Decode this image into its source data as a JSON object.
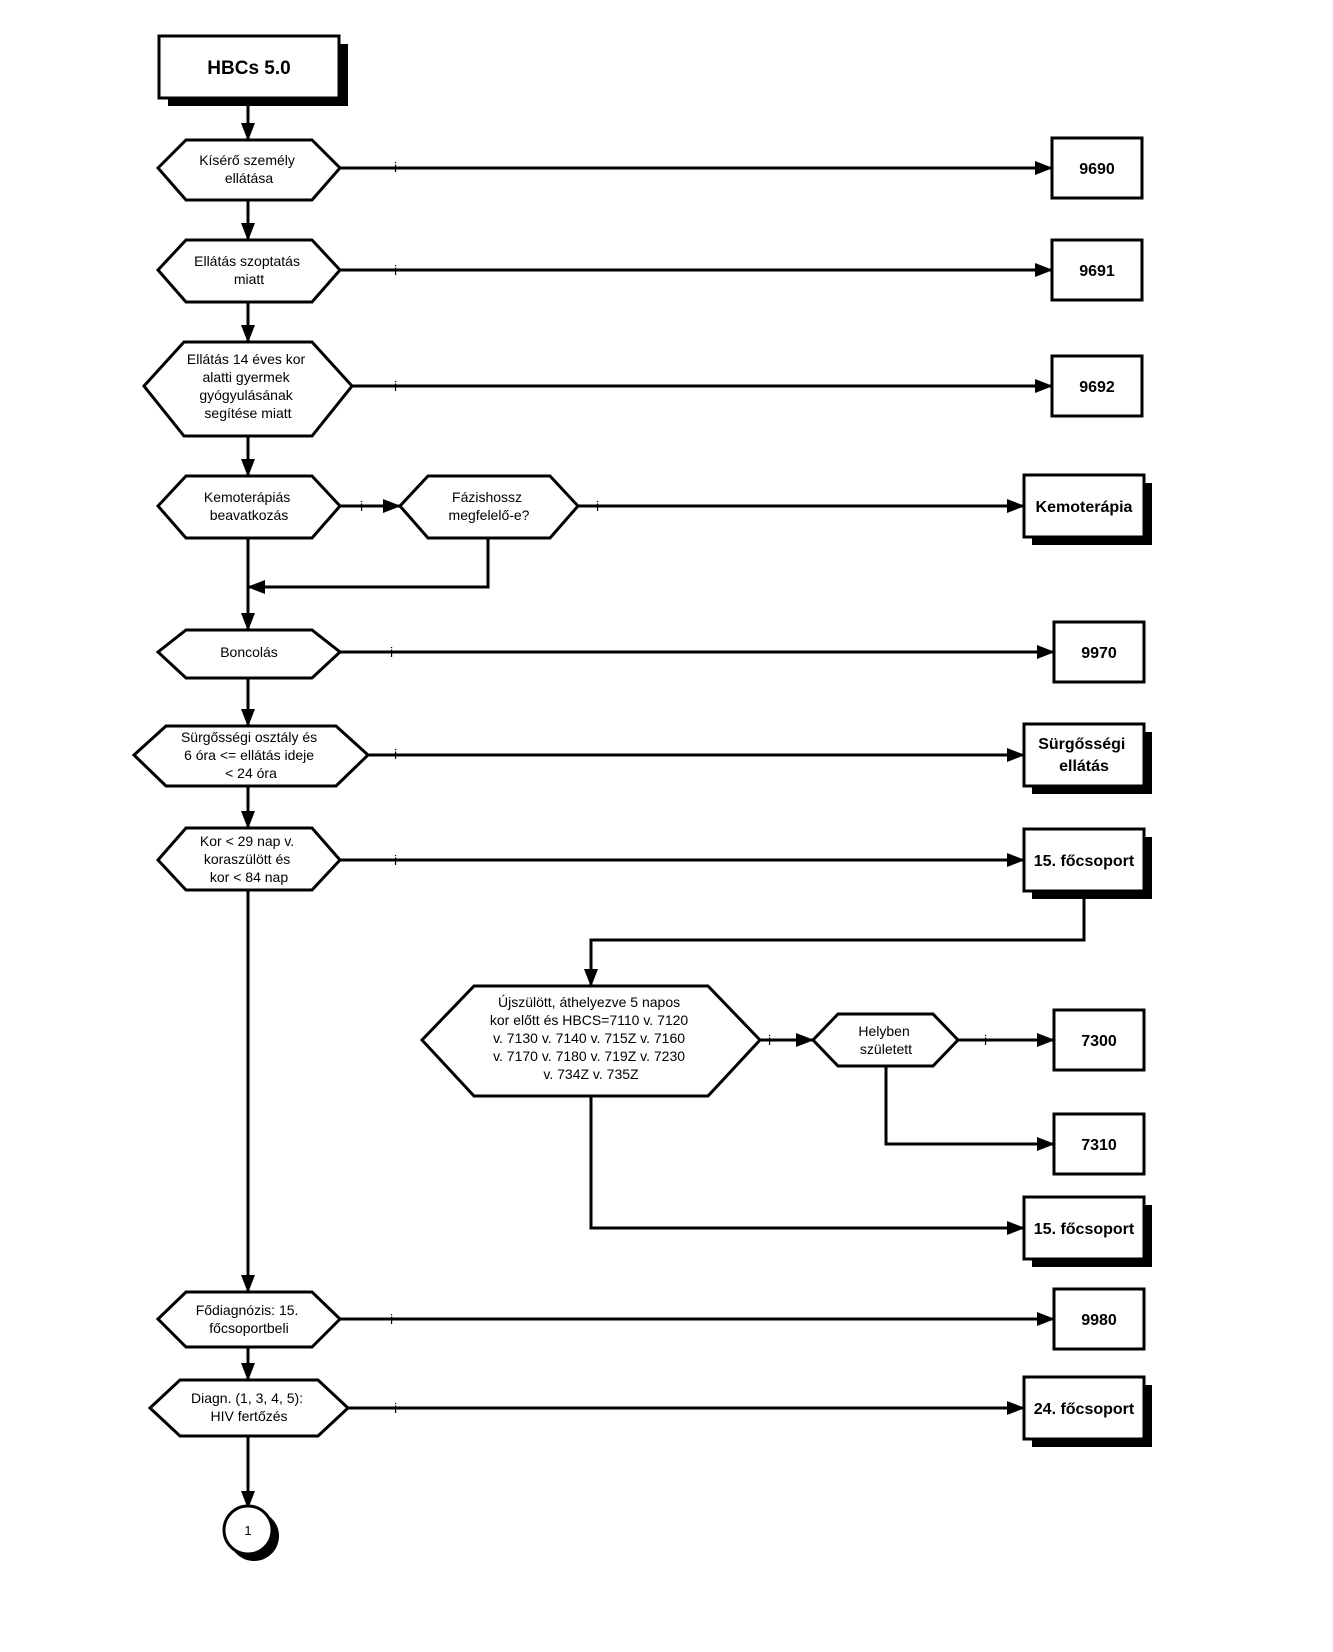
{
  "start": {
    "label": "HBCs 5.0"
  },
  "decisions": [
    {
      "id": "d1",
      "lines": [
        "Kísérő személy",
        "ellátása"
      ]
    },
    {
      "id": "d2",
      "lines": [
        "Ellátás szoptatás",
        "miatt"
      ]
    },
    {
      "id": "d3",
      "lines": [
        "Ellátás 14 éves kor",
        "alatti gyermek",
        "gyógyulásának",
        "segítése miatt"
      ]
    },
    {
      "id": "d4",
      "lines": [
        "Kemoterápiás",
        "beavatkozás"
      ]
    },
    {
      "id": "d4b",
      "lines": [
        "Fázishossz",
        "megfelelő-e?"
      ]
    },
    {
      "id": "d5",
      "lines": [
        "Boncolás"
      ]
    },
    {
      "id": "d6",
      "lines": [
        "Sürgősségi osztály és",
        "6 óra <= ellátás ideje",
        "< 24 óra"
      ]
    },
    {
      "id": "d7",
      "lines": [
        "Kor < 29 nap v.",
        "koraszülött és",
        "kor < 84 nap"
      ]
    },
    {
      "id": "d8",
      "lines": [
        "Újszülött, áthelyezve 5 napos",
        "kor előtt és HBCS=7110 v. 7120",
        "v. 7130 v. 7140 v. 715Z v. 7160",
        "v. 7170 v. 7180 v. 719Z v. 7230",
        "v. 734Z v. 735Z"
      ]
    },
    {
      "id": "d8b",
      "lines": [
        "Helyben",
        "született"
      ]
    },
    {
      "id": "d9",
      "lines": [
        "Fődiagnózis: 15.",
        "főcsoportbeli"
      ]
    },
    {
      "id": "d10",
      "lines": [
        "Diagn. (1, 3, 4, 5):",
        "HIV fertőzés"
      ]
    }
  ],
  "outcomes": [
    {
      "id": "o1",
      "lines": [
        "9690"
      ]
    },
    {
      "id": "o2",
      "lines": [
        "9691"
      ]
    },
    {
      "id": "o3",
      "lines": [
        "9692"
      ]
    },
    {
      "id": "o4",
      "lines": [
        "Kemoterápia"
      ]
    },
    {
      "id": "o5",
      "lines": [
        "9970"
      ]
    },
    {
      "id": "o6",
      "lines": [
        "Sürgősségi",
        "ellátás"
      ]
    },
    {
      "id": "o7",
      "lines": [
        "15. főcsoport"
      ]
    },
    {
      "id": "o8",
      "lines": [
        "7300"
      ]
    },
    {
      "id": "o9",
      "lines": [
        "7310"
      ]
    },
    {
      "id": "o10",
      "lines": [
        "15. főcsoport"
      ]
    },
    {
      "id": "o11",
      "lines": [
        "9980"
      ]
    },
    {
      "id": "o12",
      "lines": [
        "24. főcsoport"
      ]
    }
  ],
  "yes_label": "i",
  "connector": {
    "label": "1"
  }
}
